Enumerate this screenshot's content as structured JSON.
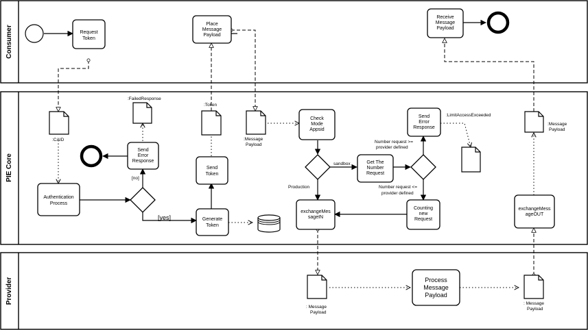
{
  "lanes": {
    "consumer": "Consumer",
    "core": "PIE Core",
    "provider": "Provider"
  },
  "tasks": {
    "request_token": [
      "Request",
      "Token"
    ],
    "place_payload": [
      "Place",
      "Message",
      "Payload"
    ],
    "receive_payload": [
      "Receive",
      "Message",
      "Payload"
    ],
    "auth": [
      "Authentication",
      "Process"
    ],
    "send_error_1": [
      "Send",
      "Error",
      "Response"
    ],
    "send_token": [
      "Send",
      "Token"
    ],
    "generate_token": [
      "Generate",
      "Token"
    ],
    "check_mode": [
      "Check",
      "Mode",
      "Appsid"
    ],
    "get_number": [
      "Get The",
      "Number",
      "Request"
    ],
    "send_error_2": [
      "Send",
      "Error",
      "Response"
    ],
    "counting": [
      "Counting",
      "new",
      "Request"
    ],
    "exchange_in": [
      "exchangeMes",
      "sageIN"
    ],
    "exchange_out": [
      "exchangeMess",
      "ageOUT"
    ],
    "process_payload": [
      "Process",
      "Message",
      "Payload"
    ]
  },
  "docs": {
    "caid": ":CAID",
    "failed": ":FailedResponse",
    "token": ":Token",
    "msg_core": [
      ":Message",
      "Payload"
    ],
    "limit": ":LimitAccessExceeded",
    "msg_out": [
      ":Message",
      "Payload"
    ],
    "prov_in": [
      ": Message",
      "Payload"
    ],
    "prov_out": [
      ": Message",
      "Payload"
    ]
  },
  "labels": {
    "no": "[no]",
    "yes": "[yes]",
    "sandbox": "sandbox",
    "production": "Production",
    "ge": [
      "Number request >=",
      "provider defined"
    ],
    "le": [
      "Number request <=",
      "provider defined"
    ]
  }
}
